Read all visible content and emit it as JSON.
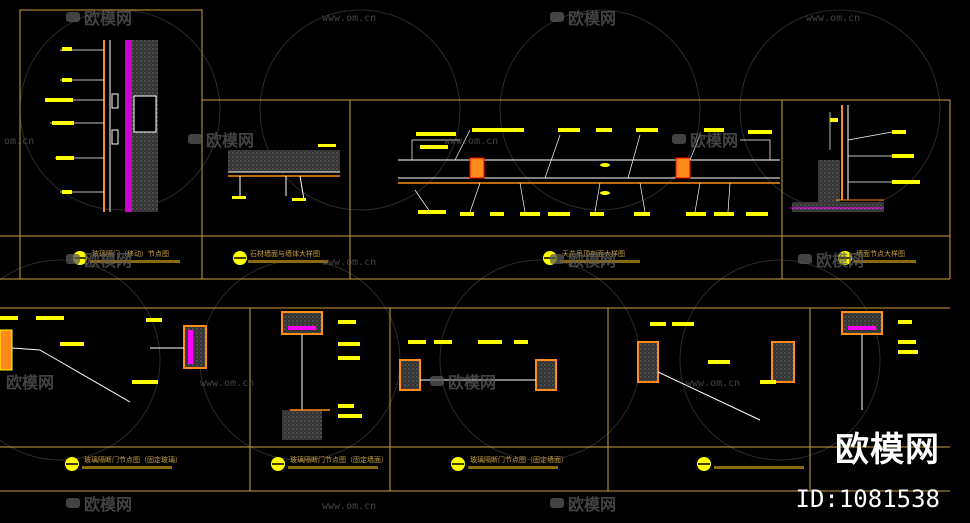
{
  "watermark": {
    "brand": "欧模网",
    "url": "www.om.cn",
    "url_short": "om.cn"
  },
  "brand_corner": {
    "logo_text": "欧模网",
    "id_text": "ID:1081538"
  },
  "colors": {
    "frame": "#c8a040",
    "tag": "#ffff00",
    "line": "#ffffff",
    "hatch": "#ff00ff",
    "orange": "#ff8c1a",
    "fill": "#6a5000"
  },
  "sheets_top": [
    {
      "title": "玻璃隔门（移动）节点图"
    },
    {
      "title": "石材墙面与墙体大样图"
    },
    {
      "title": "天花吊顶剖面大样图"
    },
    {
      "title": "墙面节点大样图"
    }
  ],
  "sheets_bottom": [
    {
      "title": ""
    },
    {
      "title": "玻璃隔断门节点图（固定玻璃）"
    },
    {
      "title": "玻璃隔断门节点图（固定墙面）"
    },
    {
      "title": "玻璃隔断门节点图（固定墙面）"
    },
    {
      "title": ""
    }
  ]
}
